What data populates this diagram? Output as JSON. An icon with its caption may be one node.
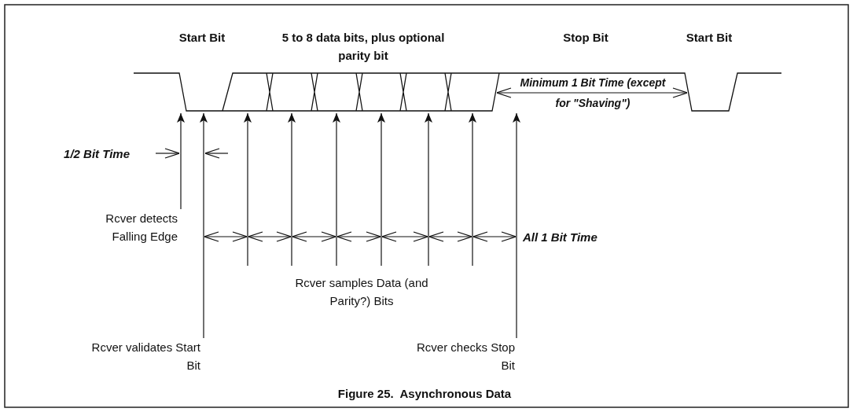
{
  "diagram": {
    "caption": "Figure 25.  Asynchronous Data",
    "nodes": [
      {
        "text": [],
        "shape": "waveform"
      },
      {
        "text": [
          "Rcver detects Falling Edge"
        ]
      },
      {
        "text": [
          "Rcver samples Data (and Parity?) Bits"
        ]
      },
      {
        "text": [
          "Rcver validates Start Bit"
        ]
      },
      {
        "text": [
          "Rcver checks Stop Bit"
        ]
      }
    ],
    "edges": [
      {
        "from": 1,
        "to": 0,
        "arrow": "to"
      },
      {
        "from": 3,
        "to": 0,
        "arrow": "to"
      },
      {
        "from": 2,
        "to": 0,
        "arrow": "to"
      },
      {
        "from": 2,
        "to": 0,
        "arrow": "to"
      },
      {
        "from": 2,
        "to": 0,
        "arrow": "to"
      },
      {
        "from": 2,
        "to": 0,
        "arrow": "to"
      },
      {
        "from": 2,
        "to": 0,
        "arrow": "to"
      },
      {
        "from": 2,
        "to": 0,
        "arrow": "to"
      },
      {
        "from": 4,
        "to": 0,
        "arrow": "to"
      }
    ],
    "labels": [
      "Start Bit",
      "5 to 8 data bits, plus optional parity bit",
      "Stop Bit",
      "Start Bit",
      "Minimum 1 Bit Time (except for \"Shaving\")",
      "1/2 Bit Time",
      "All 1 Bit Time"
    ]
  }
}
